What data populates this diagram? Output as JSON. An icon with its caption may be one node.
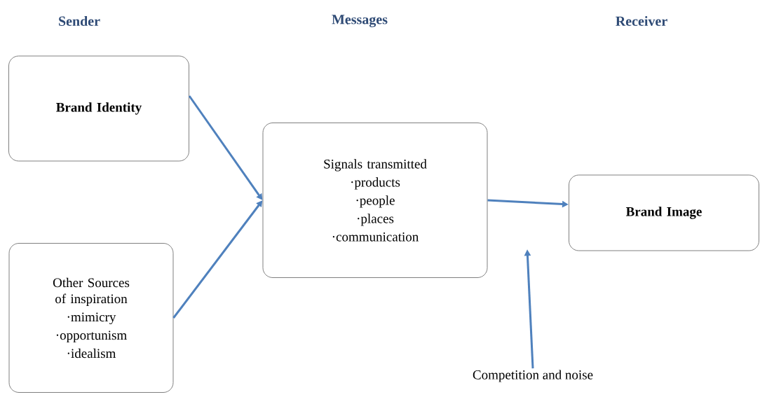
{
  "diagram": {
    "nodes": [
      {
        "text": [
          "Brand Identity"
        ]
      },
      {
        "text": [
          "Other Sources of inspiration",
          "·mimicry",
          "·opportunism",
          "·idealism"
        ]
      },
      {
        "text": [
          "Signals transmitted",
          "·products",
          "·people",
          "·places",
          "·communication"
        ]
      },
      {
        "text": [
          "Brand Image"
        ]
      },
      {
        "text": [
          "Competition and noise"
        ]
      }
    ],
    "edges": [
      {
        "from": 0,
        "to": 2,
        "arrow": "to"
      },
      {
        "from": 1,
        "to": 2,
        "arrow": "to"
      },
      {
        "from": 2,
        "to": 3,
        "arrow": "to"
      },
      {
        "from": 4,
        "to": null,
        "arrow": "to"
      }
    ],
    "labels": [
      "Sender",
      "Messages",
      "Receiver"
    ]
  }
}
